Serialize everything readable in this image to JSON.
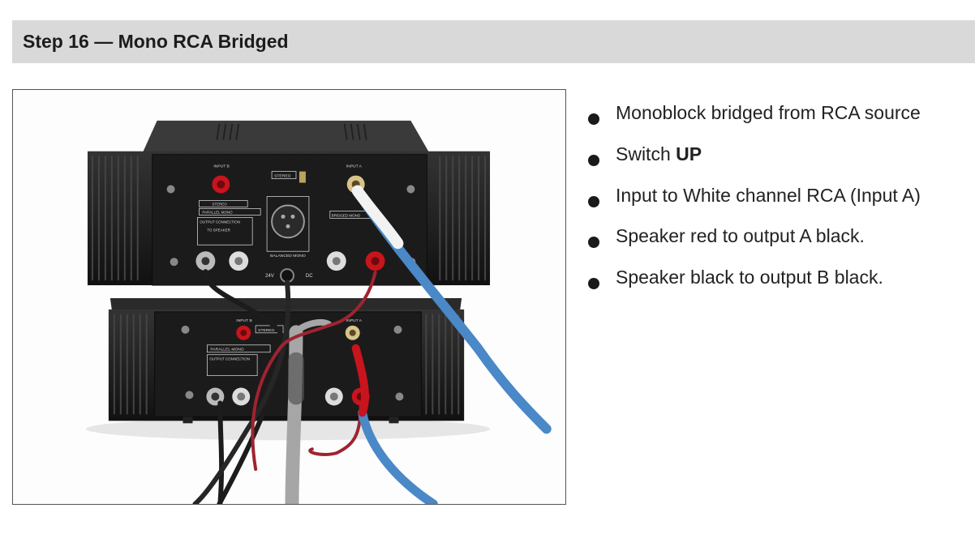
{
  "header": {
    "title": "Step 16 — Mono RCA Bridged"
  },
  "photo": {
    "upper_unit": {
      "input_b": "INPUT B",
      "input_a": "INPUT A",
      "stereo": "STEREO",
      "stereo_box": "STEREO",
      "parallel_mono": "PARALLEL MONO",
      "bridged_mono": "BRIDGED MONO",
      "output_connection": "OUTPUT CONNECTION",
      "to_speaker": "TO SPEAKER",
      "balanced_mono": "BALANCED MONO",
      "voltage": "24V",
      "dc": "DC"
    },
    "lower_unit": {
      "input_b": "INPUT B",
      "input_a": "INPUT A",
      "stereo": "STEREO",
      "parallel_mono": "PARALLEL MONO",
      "output_connection": "OUTPUT CONNECTION"
    }
  },
  "bullets": [
    {
      "text": "Monoblock bridged from RCA source",
      "emphasis": ""
    },
    {
      "text": "Switch ",
      "emphasis": "UP"
    },
    {
      "text": "Input to White channel RCA (Input A)",
      "emphasis": ""
    },
    {
      "text": "Speaker red to output A black.",
      "emphasis": ""
    },
    {
      "text": "Speaker black to output B black.",
      "emphasis": ""
    }
  ],
  "colors": {
    "header_bg": "#d9d9d9",
    "chassis": "#1e1e1e",
    "rca_red": "#c8141c",
    "cable_blue": "#4a88c8",
    "cable_grey": "#a6a6a6"
  }
}
